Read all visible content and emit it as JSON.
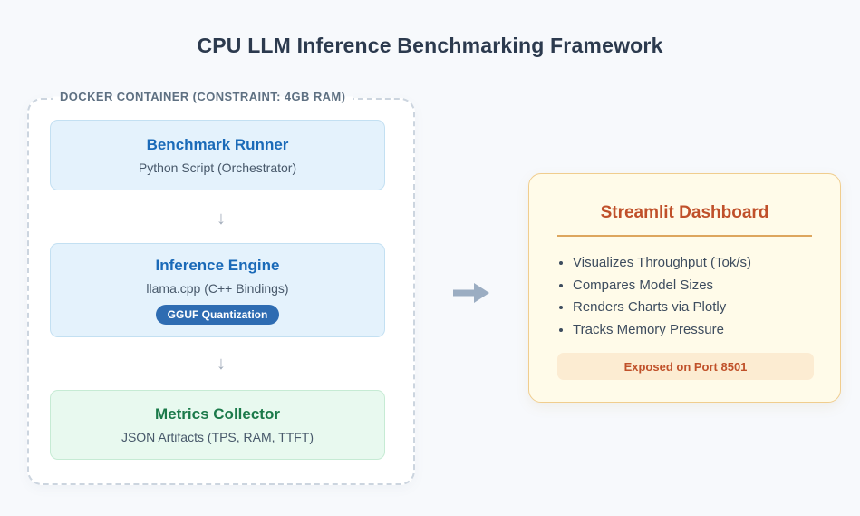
{
  "page": {
    "title": "CPU LLM Inference Benchmarking Framework"
  },
  "docker_container": {
    "label": "DOCKER CONTAINER (CONSTRAINT: 4GB RAM)",
    "connector_glyph": "↓",
    "nodes": [
      {
        "title": "Benchmark Runner",
        "subtitle": "Python Script (Orchestrator)",
        "variant": "blue"
      },
      {
        "title": "Inference Engine",
        "subtitle": "llama.cpp (C++ Bindings)",
        "badge": "GGUF Quantization",
        "variant": "blue"
      },
      {
        "title": "Metrics Collector",
        "subtitle": "JSON Artifacts (TPS, RAM, TTFT)",
        "variant": "green"
      }
    ]
  },
  "flow": {
    "direction": "left-to-right"
  },
  "dashboard": {
    "title": "Streamlit Dashboard",
    "features": [
      "Visualizes Throughput (Tok/s)",
      "Compares Model Sizes",
      "Renders Charts via Plotly",
      "Tracks Memory Pressure"
    ],
    "port_label": "Exposed on Port 8501"
  },
  "colors": {
    "page_background": "#f7f9fc",
    "title_text": "#2c3a4e",
    "container_border": "#ccd5df",
    "node_blue_bg": "#e4f2fc",
    "node_blue_title": "#1a6ab8",
    "node_green_bg": "#e8f9ef",
    "node_green_title": "#1b7a4a",
    "badge_bg": "#2e6cb2",
    "arrow_gray": "#9badc2",
    "dashboard_bg": "#fffbe9",
    "dashboard_border": "#f0cd8e",
    "dashboard_accent": "#c0502a",
    "dashboard_rule": "#dda65e",
    "port_bar_bg": "#fcecd2"
  }
}
